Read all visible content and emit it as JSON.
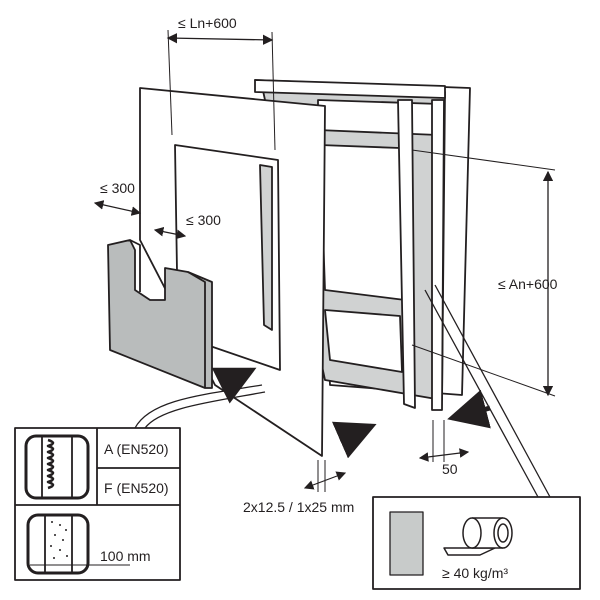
{
  "dimensions": {
    "width_limit": "≤ Ln+600",
    "height_limit": "≤ An+600",
    "side_300_a": "≤ 300",
    "side_300_b": "≤ 300",
    "stud_width": "50",
    "board_thickness": "2x12.5 / 1x25 mm"
  },
  "legend": {
    "class_a": "A (EN520)",
    "class_f": "F (EN520)",
    "thickness": "100 mm"
  },
  "insulation": {
    "density": "≥ 40 kg/m³"
  },
  "colors": {
    "panel_grey": "#b9bcbc",
    "line": "#231f20",
    "legend_grey": "#c8cbca"
  }
}
